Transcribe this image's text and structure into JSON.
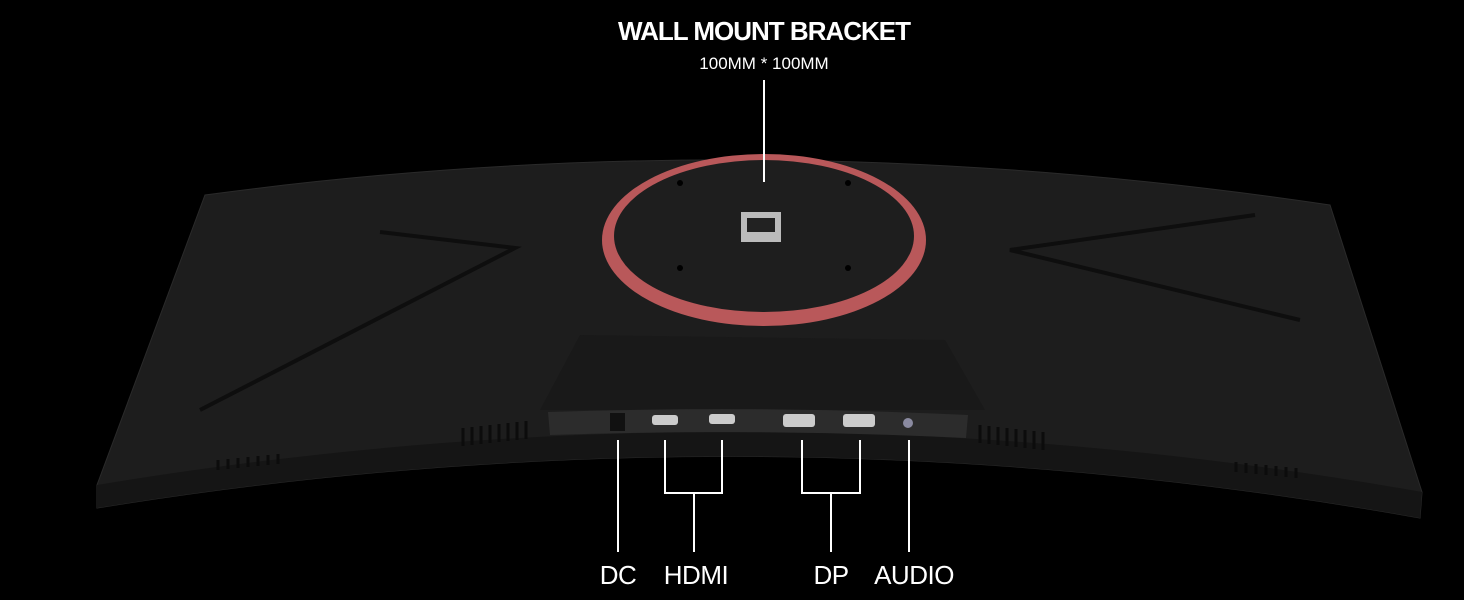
{
  "title": "WALL MOUNT BRACKET",
  "subtitle": "100MM * 100MM",
  "ports": {
    "dc": "DC",
    "hdmi": "HDMI",
    "dp": "DP",
    "audio": "AUDIO"
  },
  "colors": {
    "background": "#000000",
    "body": "#1c1c1c",
    "ring": "#c0585a",
    "callout": "#ffffff"
  }
}
